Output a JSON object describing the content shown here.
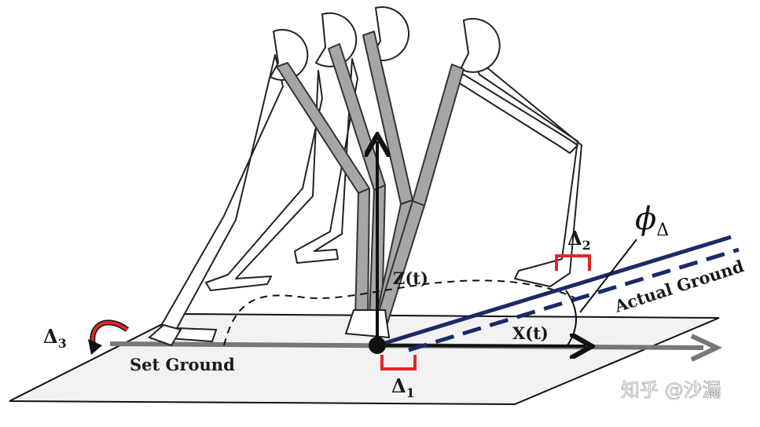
{
  "labels": {
    "set_ground": "Set Ground",
    "actual_ground": "Actual Ground",
    "z_axis": "Z(t)",
    "x_axis": "X(t)",
    "delta1_sym": "Δ",
    "delta1_sub": "1",
    "delta2_sym": "Δ",
    "delta2_sub": "2",
    "delta3_sym": "Δ",
    "delta3_sub": "3",
    "phi_sym": "ϕ",
    "phi_sub": "Δ"
  },
  "watermark": "知乎 @沙漏",
  "colors": {
    "actual_ground": "#1b2a66",
    "bracket": "#e0262b",
    "leg_highlight": "#a6a6a6",
    "axis": "#111111",
    "set_ground_line": "#777777",
    "plane": "#f2f2f2"
  }
}
